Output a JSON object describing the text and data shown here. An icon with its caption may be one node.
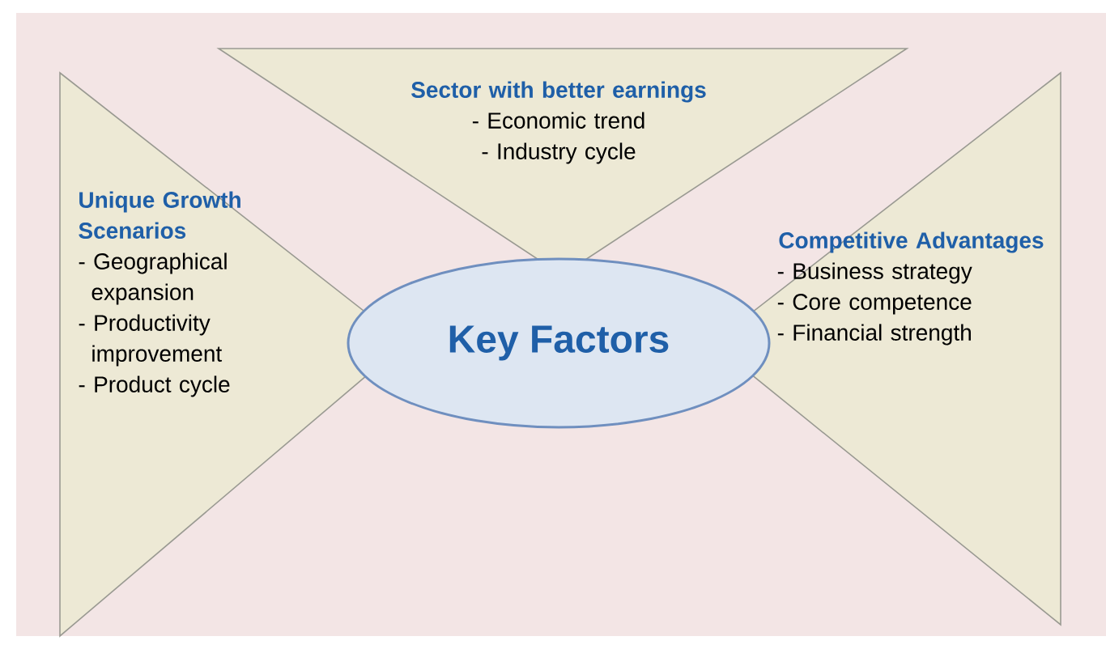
{
  "diagram": {
    "nodes": [
      {
        "text": [
          "Sector with better earnings",
          "- Economic trend",
          "- Industry cycle"
        ]
      },
      {
        "text": [
          "Unique Growth Scenarios",
          "- Geographical expansion",
          "- Productivity improvement",
          "- Product cycle"
        ]
      },
      {
        "text": [
          "Key Factors"
        ]
      },
      {
        "text": [
          "Competitive Advantages",
          "- Business strategy",
          "- Core competence",
          "- Financial strength"
        ]
      }
    ]
  }
}
